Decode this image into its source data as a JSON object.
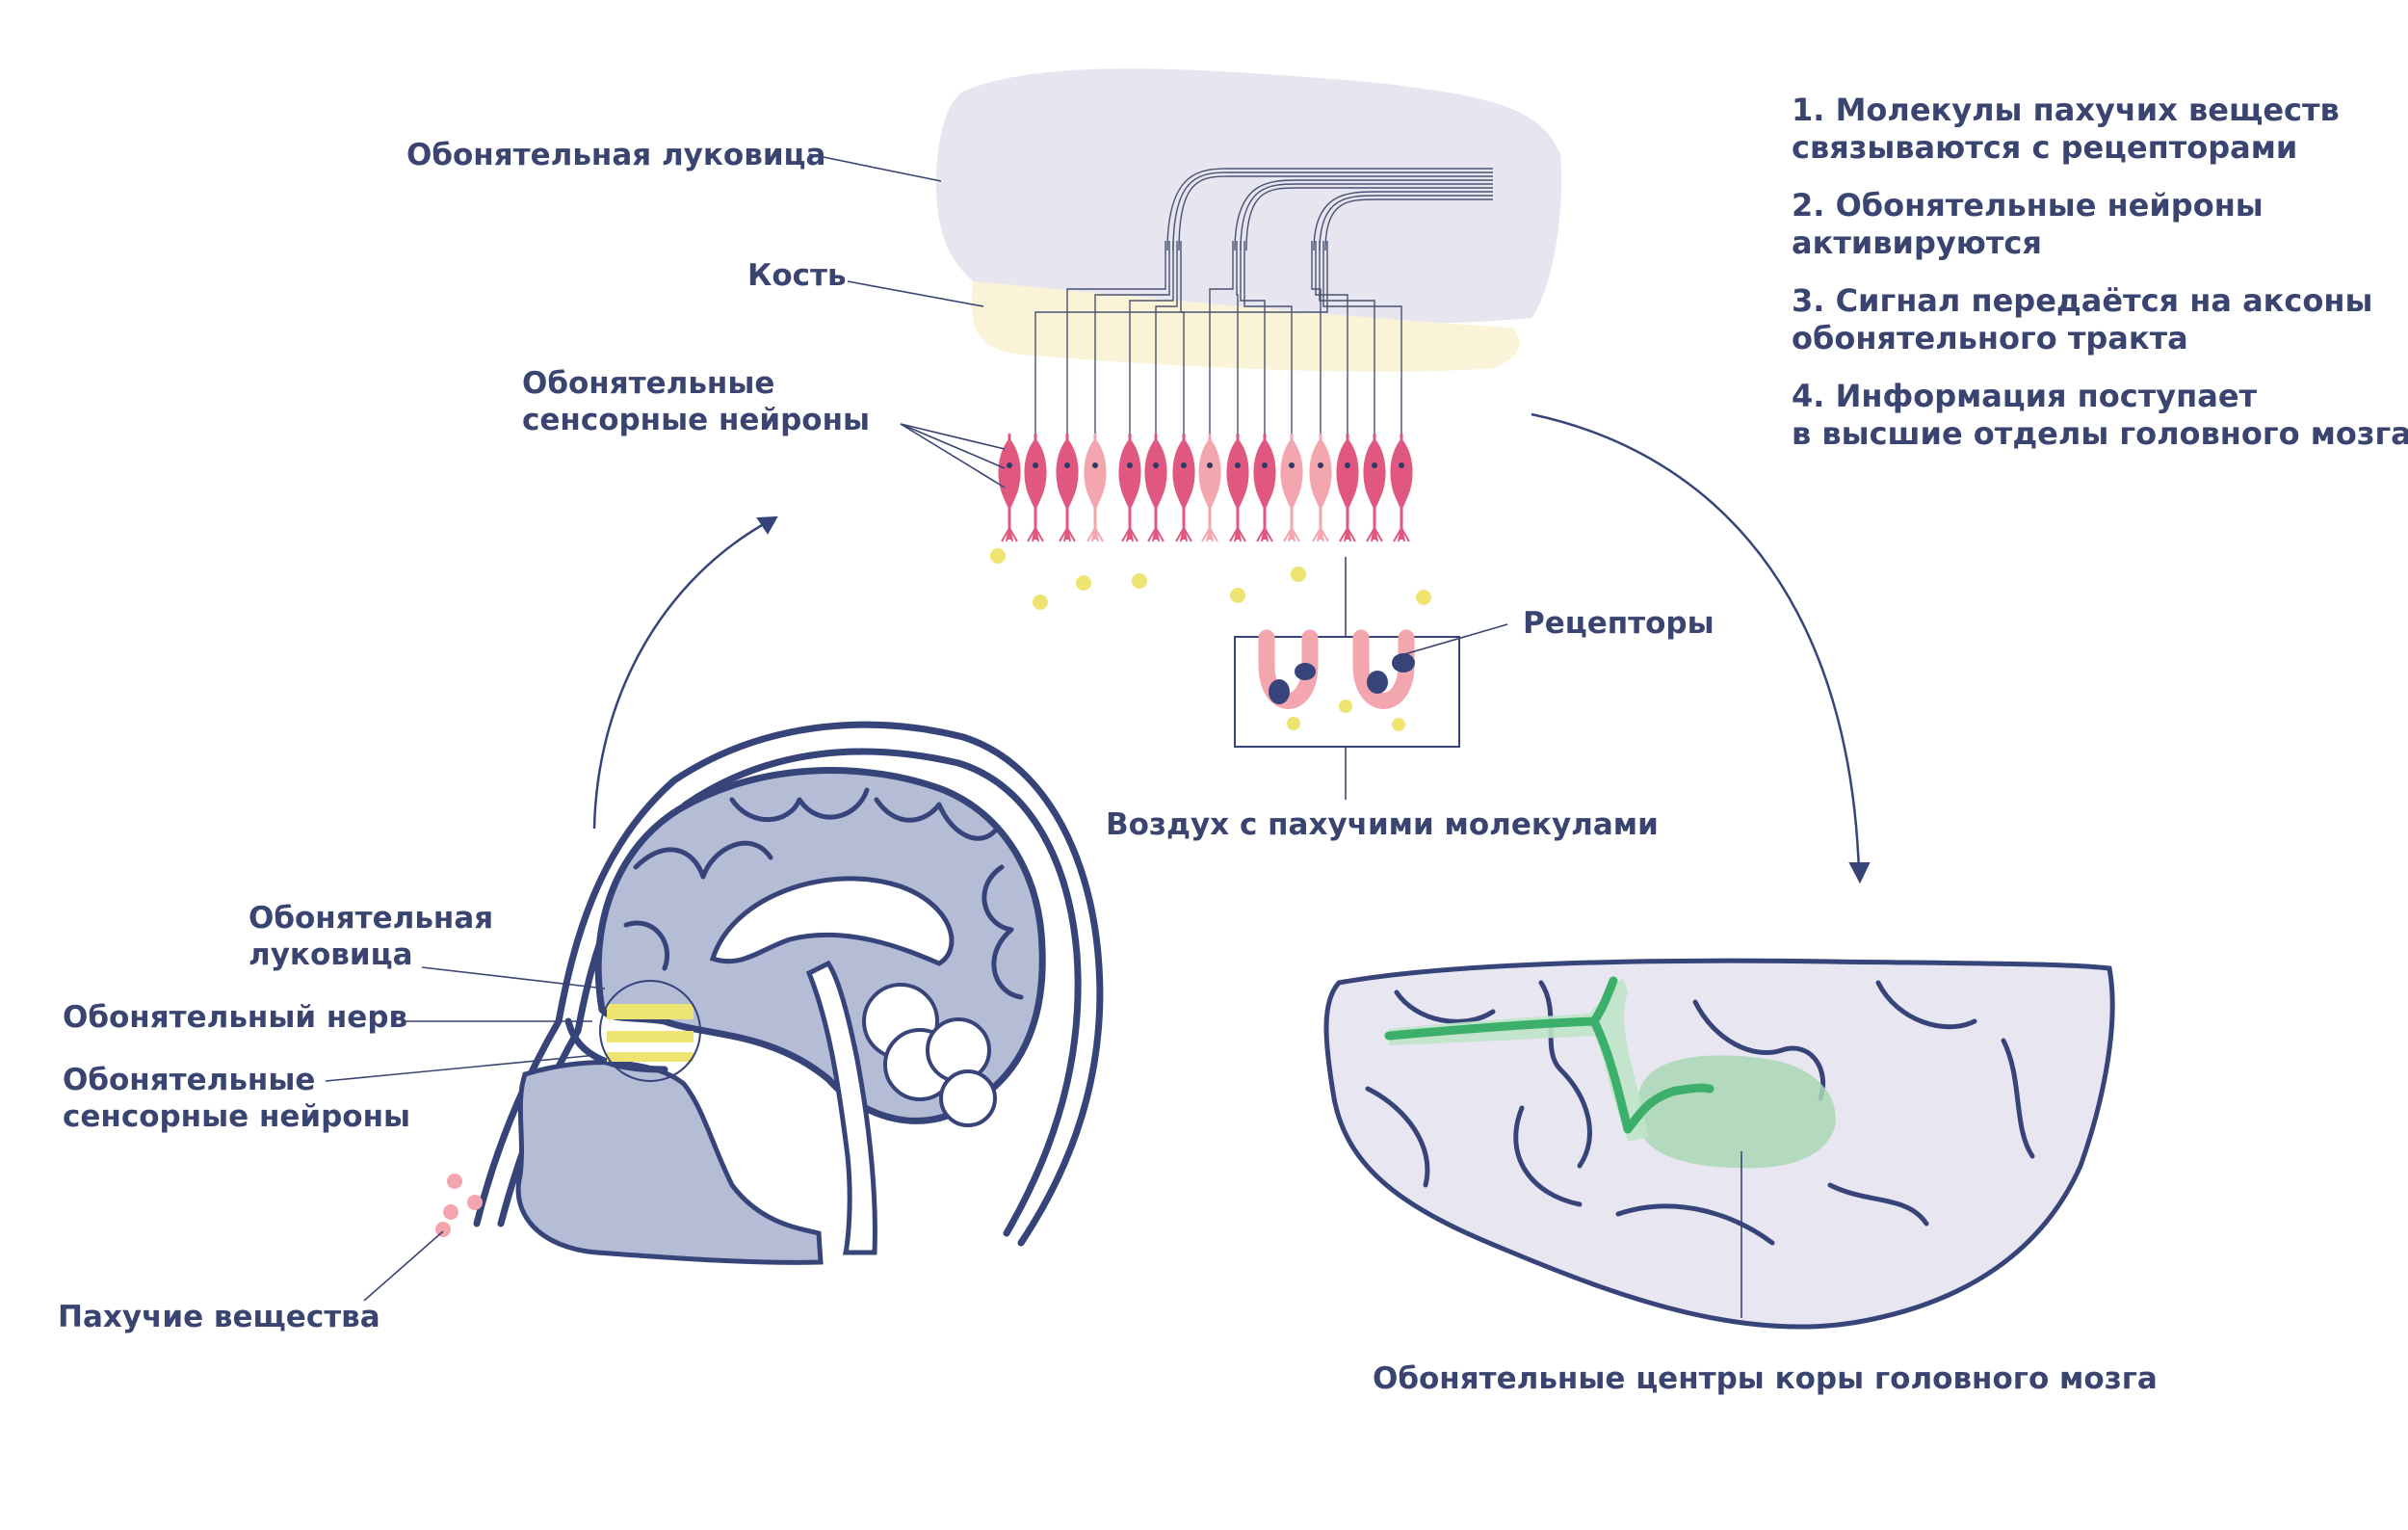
{
  "labels": {
    "bulb_top": "Обонятельная луковица",
    "bone": "Кость",
    "neurons_top_1": "Обонятельные",
    "neurons_top_2": "сенсорные нейроны",
    "receptors": "Рецепторы",
    "air": "Воздух с пахучими молекулами",
    "bulb_head_1": "Обонятельная",
    "bulb_head_2": "луковица",
    "nerve": "Обонятельный нерв",
    "neurons_head_1": "Обонятельные",
    "neurons_head_2": "сенсорные нейроны",
    "odorants": "Пахучие вещества",
    "cortex": "Обонятельные центры коры головного мозга"
  },
  "steps": [
    {
      "line1": "1. Молекулы пахучих веществ",
      "line2": "связываются с рецепторами"
    },
    {
      "line1": "2. Обонятельные нейроны",
      "line2": "активируются"
    },
    {
      "line1": "3. Сигнал передаётся на аксоны",
      "line2": "обонятельного тракта"
    },
    {
      "line1": "4. Информация поступает",
      "line2": "в высшие отделы головного мозга"
    }
  ],
  "colors": {
    "label_text": "#3a4470",
    "bulb_fill": "#e6e5f0",
    "bone_fill": "#faf3d8",
    "neuron_dark": "#e0577f",
    "neuron_light": "#f3a6ae",
    "odorant_dot": "#ede472",
    "receptor_blob": "#36447a",
    "brain_fill": "#b5bcd6",
    "brain_outline": "#36447a",
    "tract_green": "#3cb06a",
    "cortex_fill": "#e8e7f1"
  }
}
